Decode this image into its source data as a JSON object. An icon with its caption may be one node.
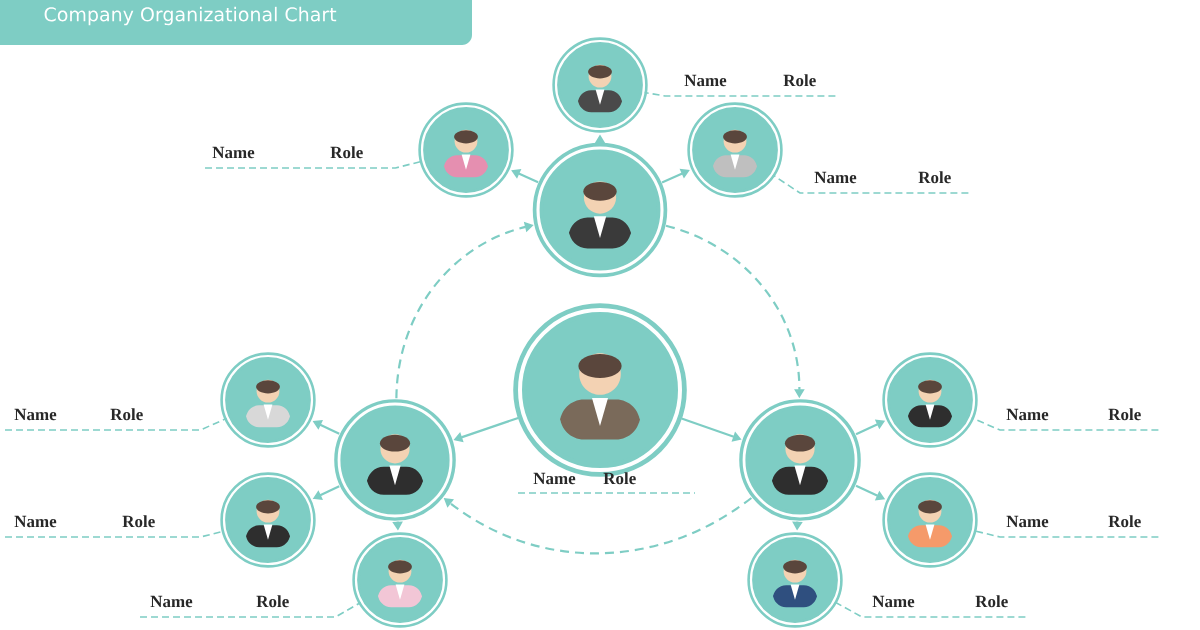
{
  "diagram": {
    "title": "Company Organizational Chart",
    "nodes": [
      {
        "text": [],
        "shape": "picture",
        "beside": [
          "Name",
          "Role"
        ]
      },
      {
        "text": [],
        "shape": "picture"
      },
      {
        "text": [],
        "shape": "picture"
      },
      {
        "text": [],
        "shape": "picture"
      },
      {
        "text": [],
        "shape": "picture"
      },
      {
        "text": [],
        "shape": "picture"
      },
      {
        "text": [],
        "shape": "picture"
      },
      {
        "text": [],
        "shape": "picture"
      },
      {
        "text": [],
        "shape": "picture"
      },
      {
        "text": [],
        "shape": "picture"
      },
      {
        "text": [],
        "shape": "picture"
      },
      {
        "text": [],
        "shape": "picture"
      },
      {
        "text": [],
        "shape": "picture"
      },
      {
        "text": [
          "Name",
          "Role"
        ]
      },
      {
        "text": [
          "Name",
          "Role"
        ]
      },
      {
        "text": [
          "Name",
          "Role"
        ]
      },
      {
        "text": [
          "Name",
          "Role"
        ]
      },
      {
        "text": [
          "Name",
          "Role"
        ]
      },
      {
        "text": [
          "Name",
          "Role"
        ]
      },
      {
        "text": [
          "Name",
          "Role"
        ]
      },
      {
        "text": [
          "Name",
          "Role"
        ]
      },
      {
        "text": [
          "Name",
          "Role"
        ]
      }
    ],
    "edges": [
      {
        "from": 0,
        "to": 2,
        "arrow": "to"
      },
      {
        "from": 0,
        "to": 3,
        "arrow": "to"
      },
      {
        "from": 2,
        "to": 1,
        "arrow": "to",
        "style": "dashed"
      },
      {
        "from": 1,
        "to": 3,
        "arrow": "to",
        "style": "dashed"
      },
      {
        "from": 3,
        "to": 2,
        "arrow": "to",
        "style": "dashed"
      },
      {
        "from": 1,
        "to": 4,
        "arrow": "to"
      },
      {
        "from": 1,
        "to": 5,
        "arrow": "to"
      },
      {
        "from": 1,
        "to": 6,
        "arrow": "to"
      },
      {
        "from": 2,
        "to": 7,
        "arrow": "to"
      },
      {
        "from": 2,
        "to": 8,
        "arrow": "to"
      },
      {
        "from": 2,
        "to": 9,
        "arrow": "to"
      },
      {
        "from": 3,
        "to": 10,
        "arrow": "to"
      },
      {
        "from": 3,
        "to": 11,
        "arrow": "to"
      },
      {
        "from": 3,
        "to": 12,
        "arrow": "to"
      },
      {
        "from": 13,
        "to": 4,
        "arrow": "none",
        "style": "dashed"
      },
      {
        "from": 14,
        "to": 5,
        "arrow": "none",
        "style": "dashed"
      },
      {
        "from": 15,
        "to": 6,
        "arrow": "none",
        "style": "dashed"
      },
      {
        "from": 16,
        "to": 7,
        "arrow": "none",
        "style": "dashed"
      },
      {
        "from": 17,
        "to": 8,
        "arrow": "none",
        "style": "dashed"
      },
      {
        "from": 18,
        "to": 9,
        "arrow": "none",
        "style": "dashed"
      },
      {
        "from": 19,
        "to": 10,
        "arrow": "none",
        "style": "dashed"
      },
      {
        "from": 20,
        "to": 11,
        "arrow": "none",
        "style": "dashed"
      },
      {
        "from": 21,
        "to": 12,
        "arrow": "none",
        "style": "dashed"
      }
    ]
  }
}
